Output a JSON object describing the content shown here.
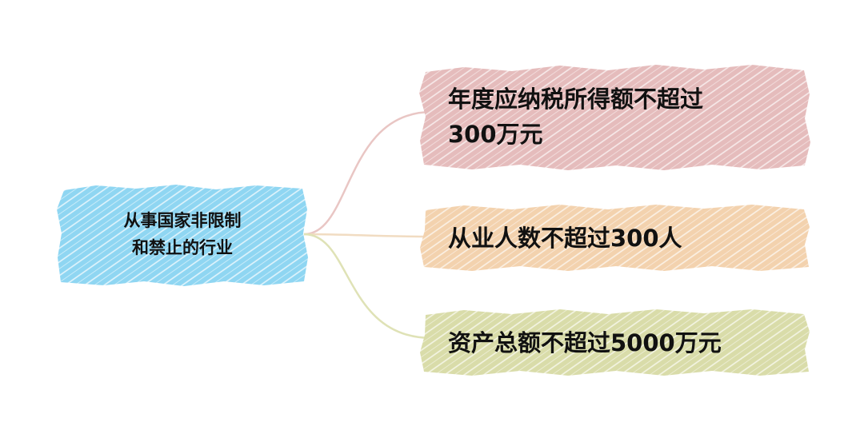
{
  "diagram": {
    "type": "mind-map",
    "root": {
      "label_line1": "从事国家非限制",
      "label_line2": "和禁止的行业",
      "color": "#8fd6f2"
    },
    "branches": [
      {
        "label_line1": "年度应纳税所得额不超过",
        "label_line2": "300万元",
        "color": "#e5bcbc",
        "connector_color": "#e9c6c4"
      },
      {
        "label_line1": "从业人数不超过300人",
        "label_line2": "",
        "color": "#f3d2ae",
        "connector_color": "#f1dcc2"
      },
      {
        "label_line1": "资产总额不超过5000万元",
        "label_line2": "",
        "color": "#d9dca9",
        "connector_color": "#dfe2b6"
      }
    ]
  }
}
